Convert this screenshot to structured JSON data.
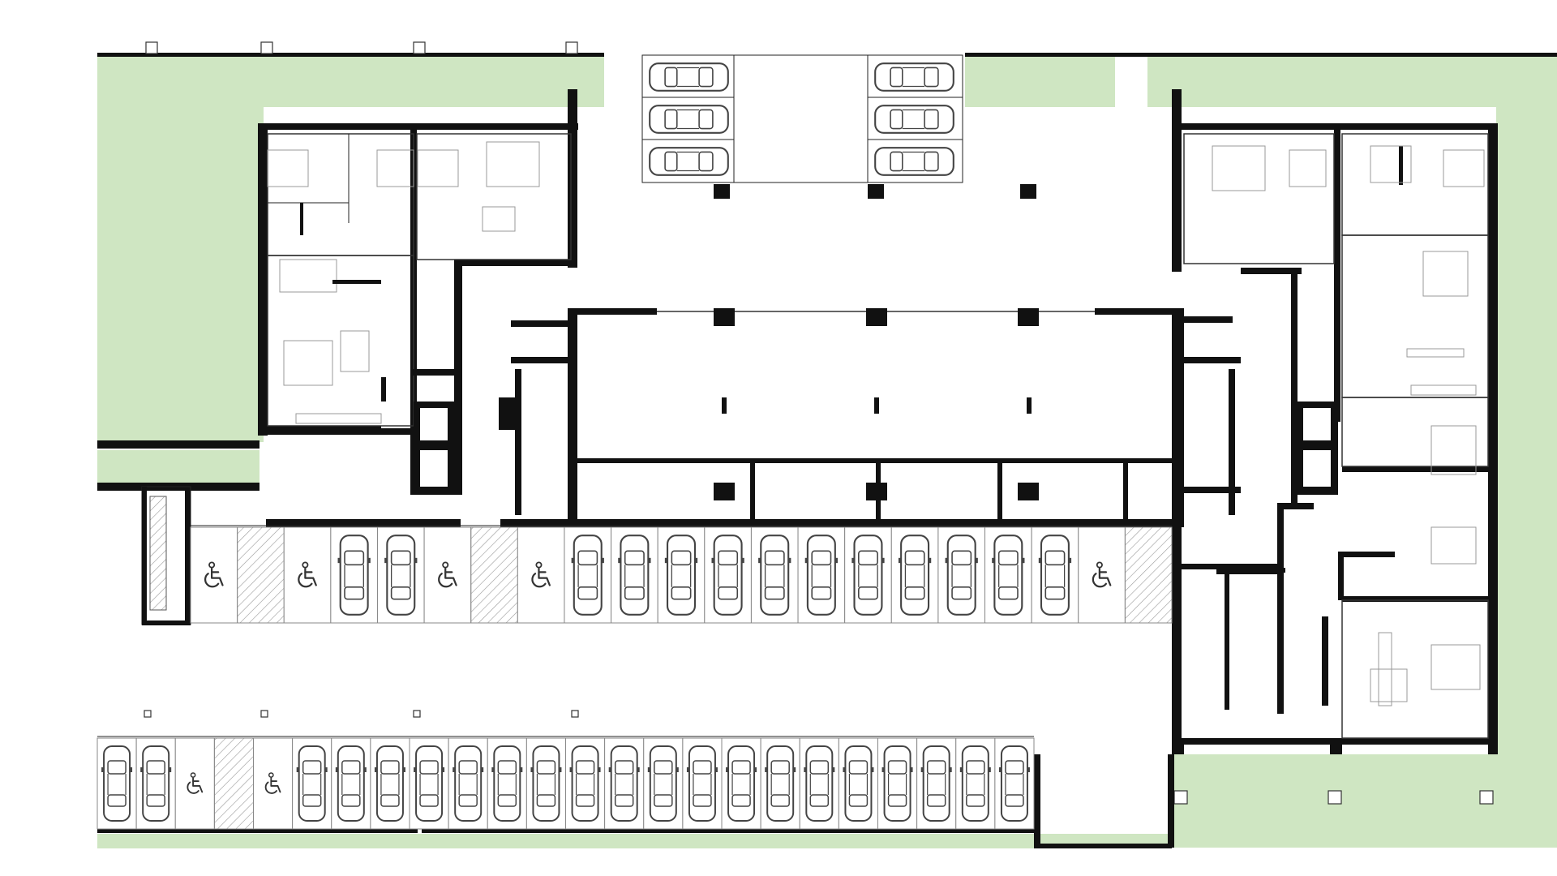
{
  "drawing": {
    "kind": "architectural floor plan",
    "colors": {
      "landscape": "#cfe6c2",
      "walls": "#111111",
      "linework": "#222222",
      "hatch": "#999999",
      "background": "#ffffff"
    },
    "icons": [
      "car-icon",
      "wheelchair-icon"
    ],
    "upper_parking_row": {
      "bays": [
        "accessible",
        "hatch",
        "accessible",
        "car",
        "car",
        "accessible",
        "hatch",
        "accessible",
        "car",
        "car",
        "car",
        "car",
        "car",
        "car",
        "car",
        "car",
        "car",
        "car",
        "car",
        "accessible",
        "hatch"
      ]
    },
    "lower_parking_row": {
      "bays": [
        "car",
        "car",
        "accessible",
        "hatch",
        "accessible",
        "car",
        "car",
        "car",
        "car",
        "car",
        "car",
        "car",
        "car",
        "car",
        "car",
        "car",
        "car",
        "car",
        "car",
        "car",
        "car",
        "car",
        "car",
        "car"
      ]
    },
    "courtyard_parking": {
      "left_column_cars": 3,
      "right_column_cars": 3
    }
  }
}
